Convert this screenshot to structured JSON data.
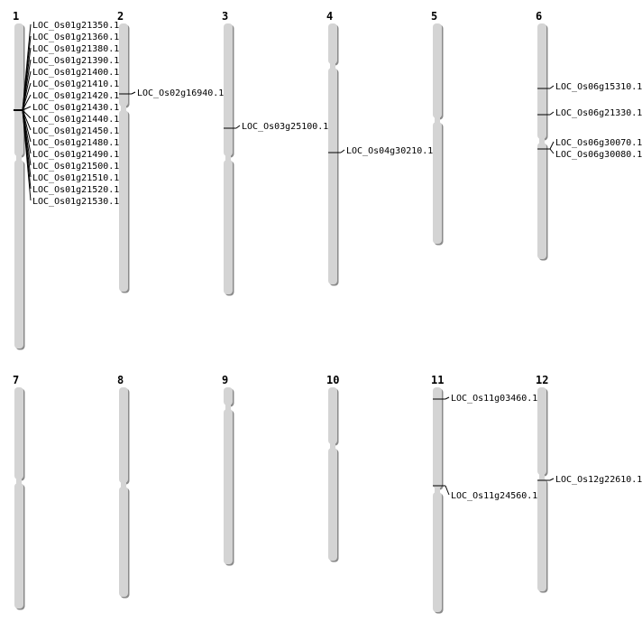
{
  "chromosomes": [
    {
      "label": "1",
      "genes": [
        "LOC_Os01g21350.1",
        "LOC_Os01g21360.1",
        "LOC_Os01g21380.1",
        "LOC_Os01g21390.1",
        "LOC_Os01g21400.1",
        "LOC_Os01g21410.1",
        "LOC_Os01g21420.1",
        "LOC_Os01g21430.1",
        "LOC_Os01g21440.1",
        "LOC_Os01g21450.1",
        "LOC_Os01g21480.1",
        "LOC_Os01g21490.1",
        "LOC_Os01g21500.1",
        "LOC_Os01g21510.1",
        "LOC_Os01g21520.1",
        "LOC_Os01g21530.1"
      ]
    },
    {
      "label": "2",
      "genes": [
        "LOC_Os02g16940.1"
      ]
    },
    {
      "label": "3",
      "genes": [
        "LOC_Os03g25100.1"
      ]
    },
    {
      "label": "4",
      "genes": [
        "LOC_Os04g30210.1"
      ]
    },
    {
      "label": "5",
      "genes": []
    },
    {
      "label": "6",
      "genes": [
        "LOC_Os06g15310.1",
        "LOC_Os06g21330.1",
        "LOC_Os06g30070.1",
        "LOC_Os06g30080.1"
      ]
    },
    {
      "label": "7",
      "genes": []
    },
    {
      "label": "8",
      "genes": []
    },
    {
      "label": "9",
      "genes": []
    },
    {
      "label": "10",
      "genes": []
    },
    {
      "label": "11",
      "genes": [
        "LOC_Os11g03460.1",
        "LOC_Os11g24560.1"
      ]
    },
    {
      "label": "12",
      "genes": [
        "LOC_Os12g22610.1"
      ]
    }
  ],
  "colors": {
    "chromosome": "#d4d4d4",
    "shadow": "#8a8a8a",
    "line": "#000000"
  }
}
